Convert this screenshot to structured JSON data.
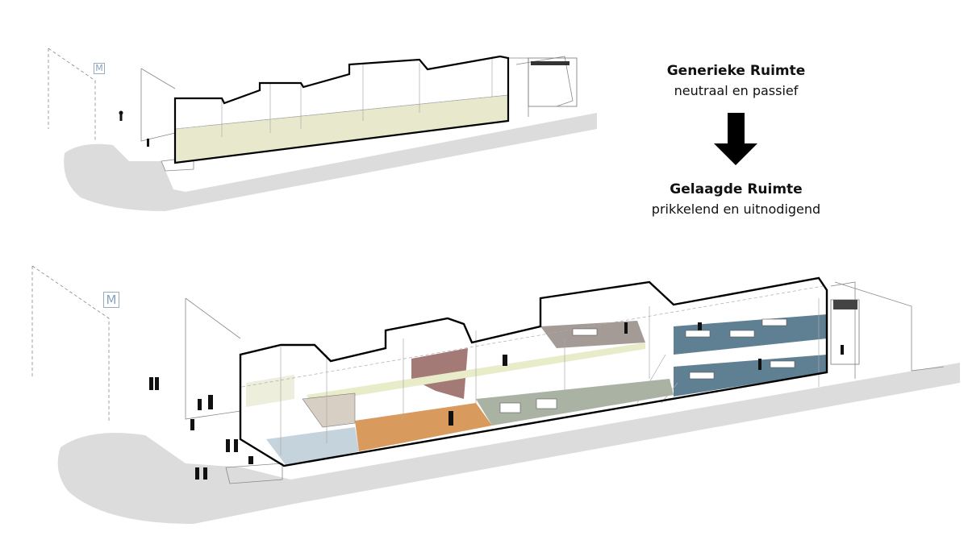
{
  "legend": {
    "before_title": "Generieke Ruimte",
    "before_subtitle": "neutraal en passief",
    "after_title": "Gelaagde Ruimte",
    "after_subtitle": "prikkelend en uitnodigend",
    "arrow_icon": "arrow-down-icon"
  },
  "metro_sign_top": "M",
  "metro_sign_bottom": "M",
  "colors": {
    "floor_generic": "#e8e9cc",
    "zone_blue": "#5f7f93",
    "zone_lightblue": "#c5d3dc",
    "zone_orange": "#d99a5e",
    "zone_sage": "#aab3a3",
    "zone_mauve": "#a47a76",
    "zone_taupe": "#a59b96",
    "walkway": "#e9ecc8",
    "ground": "#dcdcdc"
  }
}
